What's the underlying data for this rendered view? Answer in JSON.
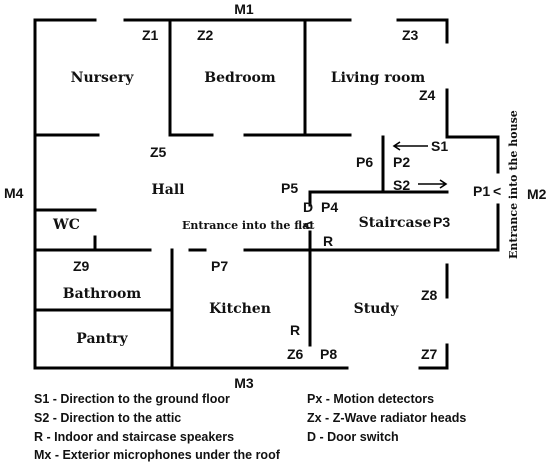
{
  "rooms": {
    "nursery": "Nursery",
    "bedroom": "Bedroom",
    "living_room": "Living room",
    "hall": "Hall",
    "wc": "WC",
    "staircase": "Staircase",
    "bathroom": "Bathroom",
    "kitchen": "Kitchen",
    "study": "Study",
    "pantry": "Pantry"
  },
  "microphones": {
    "m1": "M1",
    "m2": "M2",
    "m3": "M3",
    "m4": "M4"
  },
  "radiator_heads": {
    "z1": "Z1",
    "z2": "Z2",
    "z3": "Z3",
    "z4": "Z4",
    "z5": "Z5",
    "z6": "Z6",
    "z7": "Z7",
    "z8": "Z8",
    "z9": "Z9"
  },
  "motion_detectors": {
    "p1": "P1",
    "p2": "P2",
    "p3": "P3",
    "p4": "P4",
    "p5": "P5",
    "p6": "P6",
    "p7": "P7",
    "p8": "P8"
  },
  "speakers": {
    "staircase": "R",
    "kitchen": "R"
  },
  "door_switch": "D",
  "directions": {
    "s1": "S1",
    "s2": "S2"
  },
  "entrances": {
    "flat": "Entrance into the flat",
    "flat_arrow": "<",
    "house": "Entrance into the house",
    "house_arrow": "<"
  },
  "legend": {
    "s1": "S1 - Direction to the ground floor",
    "s2": "S2 - Direction to the attic",
    "r": "R - Indoor and staircase speakers",
    "mx": "Mx - Exterior microphones under the roof",
    "px": "Px - Motion detectors",
    "zx": "Zx - Z-Wave radiator heads",
    "d": "D - Door switch"
  }
}
